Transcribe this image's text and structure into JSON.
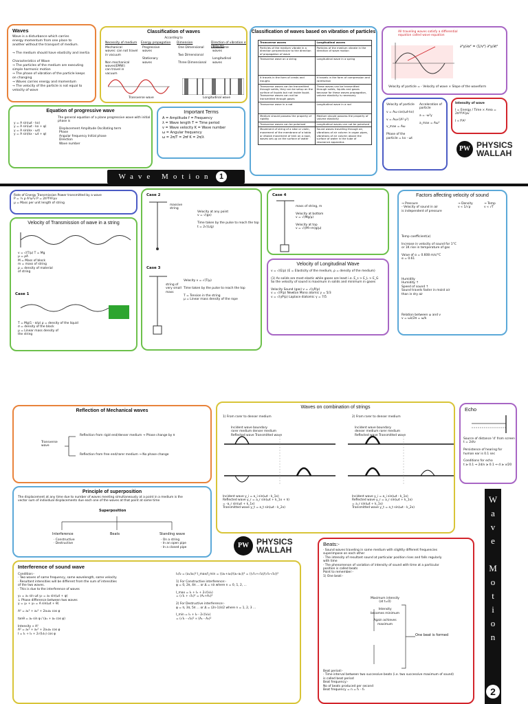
{
  "page1": {
    "waves": {
      "title": "Waves",
      "body": "Wave is a disturbance which carries\nenergy momentum from one place to\nanother without the transport of medium.\n\n→ The medium should have elasticity and inertia\n\nCharacteristics of Wave\n→ The particles of the medium are executing\n   simple harmonic motion\n→ The phase of vibration of the particle keeps\n   on changing\n→ Waves carries energy and momentum\n→ The velocity of the particle is not equal to\n   velocity of wave"
    },
    "classification": {
      "title": "Classification of waves",
      "subtitle": "According to",
      "cols": [
        "Necessity of medium",
        "Energy propagation",
        "Dimension",
        "Direction of vibration of particles"
      ],
      "col1": "Mechanical\nwaves: can not travel\nin vacuum\n\nNon mechanical\nwaves(EMW):\ncan travel in\nvacuum",
      "col2": "Progressive\nwaves\n\nStationary\nwaves",
      "col3": "One Dimensional\n\nTwo Dimensional\n\nThree Dimensional",
      "col4": "Transverse\nwaves\n\nLongitudinal\nwaves",
      "transverse_label": "Transverse wave",
      "longitudinal_label": "Longitudinal wave"
    },
    "vib_class": {
      "title": "Classification of waves based on vibration of particles",
      "left_head": "Transverse waves",
      "right_head": "Longitudinal waves",
      "rows": [
        [
          "Particles of the medium vibrate in a direction perpendicular to the direction of propagation of wave",
          "Particles of the medium vibrate in the direction of wave motion"
        ],
        [
          "Transverse wave on a string",
          "Longitudinal wave in a spring"
        ],
        [
          "It travels in the form of crests and troughs",
          "It travels in the form of compression and rarefaction"
        ],
        [
          "Transverse waves can be transmitted through solids, they can be setup on the surface of liquids but not inside liquid. Transverse waves can not be transmitted through gases",
          "These waves can be transmitted through solids, liquids and gases because for these waves propagation, volume elasticity is necessary"
        ],
        [
          "Transverse wave in a rod",
          "Longitudinal wave in a rod"
        ],
        [
          "Medium should possess the property of rigidity",
          "Medium should possess the property of volume elasticity"
        ],
        [
          "Transverse waves can be polarised",
          "Longitudinal waves can not be polarised"
        ],
        [
          "Movement of string of a sitar or violin, movement of the membrane of a tabla or dholak movement of kink on a rope, waves set-up on the surface of water",
          "Sound waves travelling through air, vibrations of air column in organ pipes, vibrations of air column above the surface of water in the tube of resonance apparatus"
        ]
      ]
    },
    "slope": {
      "red_note": "All traveling waves satisfy a differential\nequation called wave equation",
      "caption": "Velocity of particle = - Velocity of wave × Slope of the waveform"
    },
    "equation": {
      "title": "Equation of progressive wave",
      "general": "The general equation of a plane progressive wave with initial phase is",
      "terms": "y = A sin(ωt - kx)\ny = A sin(ωt - kx + φ)\ny = A sin(kx - ωt)\ny = A sin(kx - ωt + φ)",
      "labels": "Displacement   Amplitude   Oscillating term\n   Phase\nAngular frequency   Initial phase\n   Direction\n   Wave number"
    },
    "important": {
      "title": "Important Terms",
      "body": "A = Amplitude          f = Frequency\nλ = Wave length        T = Time period\nv = Wave velocity      K = Wave number\nω = Angular frequency\nω = 2π/T = 2πf         K = 2π/λ"
    },
    "particle_accel": {
      "left": "Velocity of particle\n\nv = Aω cos(ωt-kx)\n\nv = Aω√(A²-y²)\n\nv_max = Aω\n\nPhase of the particle = kx - ωt",
      "right": "Acceleration of particle\n\na = -ω²y\n\na_max = Aω²"
    },
    "intensity": {
      "title": "Intensity of wave",
      "body": "I = Energy / Time × Area = 2π²f²A²ρv\n\nI ∝ f²A²"
    },
    "brand": "PHYSICS\nWALLAH",
    "banner": "Wave Motion",
    "banner_num": "1"
  },
  "page2": {
    "energy": {
      "body": "Rate of Energy Transmission   Power transmitted by a wave\nP = ½ ρ A²ω²v      P = 2π²f²A²μv\n                    μ = Mass per unit length of string"
    },
    "string": {
      "title": "Velocity of Transmission of wave in a string",
      "body": "v = √(T/μ)        T = Mg\n                  μ = ρA\n                  M = Mass of block\n                  m = mass of string\n                  ρ = density of material\n                     of string",
      "case1": "Case 1",
      "case1_body": "T = Mg(1 - σ/ρ)    ρ = density of the liquid\n                  σ = density of the block\n                  μ = Linear mass density of\n                     the string"
    },
    "cases": {
      "case2": "Case 2",
      "case2_body": "Velocity at any point\nv = √(gx)\n\nTime taken by the pulse to reach the top\nt = 2√(L/g)",
      "case2_label": "massive\nstring",
      "case3": "Case 3",
      "case3_body": "Velocity  v = √(T/μ)\n\nTime taken by the pulse to reach the top\n\nT = Tension in the string\nμ = Linear mass density of the rope",
      "case3_label": "string of\nvery small\nmass",
      "case4": "Case 4",
      "case4_body": "mass of string, m\n\nVelocity at bottom\nv = √(Mg/μ)\n\nVelocity at top\nv = √((M+m)g/μ)",
      "long_title": "Velocity of Longitudinal Wave",
      "long_body": "v = √(E/ρ)    (E = Elasticity of the medium, ρ = density of the medium)\n\n(1) As solids are most elastic while gases are least i.e. E_s > E_L > E_G\nSo the velocity of sound is maximum in solids and minimum in gases\n\nVelocity Sound (gas)      v = √(γP/ρ)\n  v = √(P/ρ)  Newton        Mono atomic    γ = 5/3\n  v = √(γP/ρ)  Laplace      diatomic       γ = 7/5"
    },
    "factors": {
      "title": "Factors affecting velocity of sound",
      "pressure": "→ Pressure\n- Velocity of sound in air\n  is independent of pressure",
      "density": "→ Density\nv ∝ 1/√ρ",
      "temp": "→ Temp\nv ∝ √T",
      "coeff": "Temp coefficient(α)\n\nIncrease in velocity of sound for 1°C\nor 1K rise in temperature of gas\n\nValue of α = 0.608 m/s/°C\n          α = 0.61",
      "humidity": "Humidity\n  Humidity ↑\n  Speed of sound ↑\n  Sound travels faster in moist air\n  than in dry air",
      "relation": "Relation between ω and v\n  v = ωλ/2π = ω/k"
    }
  },
  "page3": {
    "reflection": {
      "title": "Reflection of Mechanical waves",
      "left": "Transverse\nwave",
      "r1": "Reflection from rigid end/denser medium → Phase change by π",
      "r2": "Reflection from free end/rarer medium → No phase change"
    },
    "combo": {
      "title": "Waves on combination of strings",
      "left_head": "1) From rarer to denser medium",
      "right_head": "2) From rarer to denser medium",
      "left_labels": "Incident wave        boundary\nrarer medium          denser medium\nReflected wave     Transmitted wave",
      "right_labels": "Incident wave        boundary\ndenser medium       rarer medium\nReflected wave     Transmitted wave",
      "left_eq": "Incident wave y_i = a_i sin(ωt - k_1x)\nReflected wave y_r = a_r sin(ωt + k_1x + π)\n              = -a_r sin(ωt + k_1x)\nTransmitted wave y_t = a_t sin(ωt - k_2x)",
      "right_eq": "Incident wave y_i = a_i sin(ωt - k_1x)\nReflected wave y_r = a_r sin(ωt + k_1x)\n              = a_r sin(ωt + k_1x)\nTransmitted wave y_t = a_t sin(ωt - k_2x)"
    },
    "echo": {
      "title": "Echo",
      "body": "Source of distance 'd' from screen\nt = 2d/v\n\nPersistence of hearing for\nhuman ear is 0.1 sec\n\nConditions for echo\nt ≥ 0.1 ⇒ 2d/v ≥ 0.1 ⇒ d ≥ v/20"
    },
    "superposition": {
      "title": "Principle of superposition",
      "body": "The displacement at any time due to number of waves meeting simultaneously at a point in a medium is the\nvector sum of individual displacements due each one of the waves at that point at same time",
      "root": "Superposition",
      "b1": "Interference",
      "b1_items": "· Constructive\n· Destructive",
      "b2": "Beats",
      "b3": "Standing wave",
      "b3_items": "· On a string\n· In an open pipe\n· In a closed pipe"
    },
    "interference": {
      "title": "Interference of sound wave",
      "left": "Condition:-\n· Two waves of same frequency, same wavelength, same velocity\n· Resultant intensities will be different from the sum of intensities\n  of the two waves.\n· This is due to the interference of waves\n\ny₁ = a₁ sin ωt   y₂ = a₂ sin(ωt + φ)\n   ↓ Phase difference between two waves\ny = y₁ + y₂ = A sin(ωt + θ)\n\nA² = a₁² + a₂² + 2a₁a₂ cos φ\n\ntanθ = a₂ sin φ / (a₁ + a₂ cos φ)\n\nIntensity ∝ A²\nA² = a₁² + a₂² + 2a₁a₂ cos φ\nI = I₁ + I₂ + 2√(I₁I₂) cos φ",
      "right": "I₁/I₂ = (a₁/a₂)²   I_max/I_min = ((a₁+a₂)/(a₁-a₂))² = ((√I₁+√I₂)/(√I₁-√I₂))²\n\n1) For Constructive interference:-\nφ = 0, 2π, 4π ... or Δ = nλ where n = 0, 1, 2, ...\n\nI_max = I₁ + I₂ + 2√(I₁I₂)\n  = (√I₁ + √I₂)² = (A₁+A₂)²\n\n2) For Destructive interference:-\nφ = π, 3π, 5π ... or Δ = (2n-1)λ/2 where n = 1, 2, 3 ...\n\nI_min = I₁ + I₂ - 2√(I₁I₂)\n  = (√I₁ - √I₂)² ∝ (A₁ - A₂)²"
    },
    "beats": {
      "title": "Beats:-",
      "body": "· Sound waves traveling in same medium with slightly different frequencies\n  superimpose on each other\n· The intensity of resultant sound at particular position rises and falls regularly\n  with time\n· The phenomenon of variation of intensity of sound with time at a particular\n  position is called beats\nPoint to remember:-\n  1) One beat:-",
      "diagram": "Maximum intensity\n(at t=0)\n\nIntensity\nbecomes minimum\n\nAgain achieves\nmaximum",
      "formed": "One beat is formed",
      "bottom": "Beat period:-\n· Time interval between two successive beats (i.e. two successive maximum of sound)\n  is called beat period\nBeat frequency:-\n  No of beats produced per second\n  Beat frequency = n = f₁ - f₂"
    },
    "brand": "PHYSICS\nWALLAH",
    "sidebar": "Wave Motion",
    "sidebar_num": "2"
  }
}
